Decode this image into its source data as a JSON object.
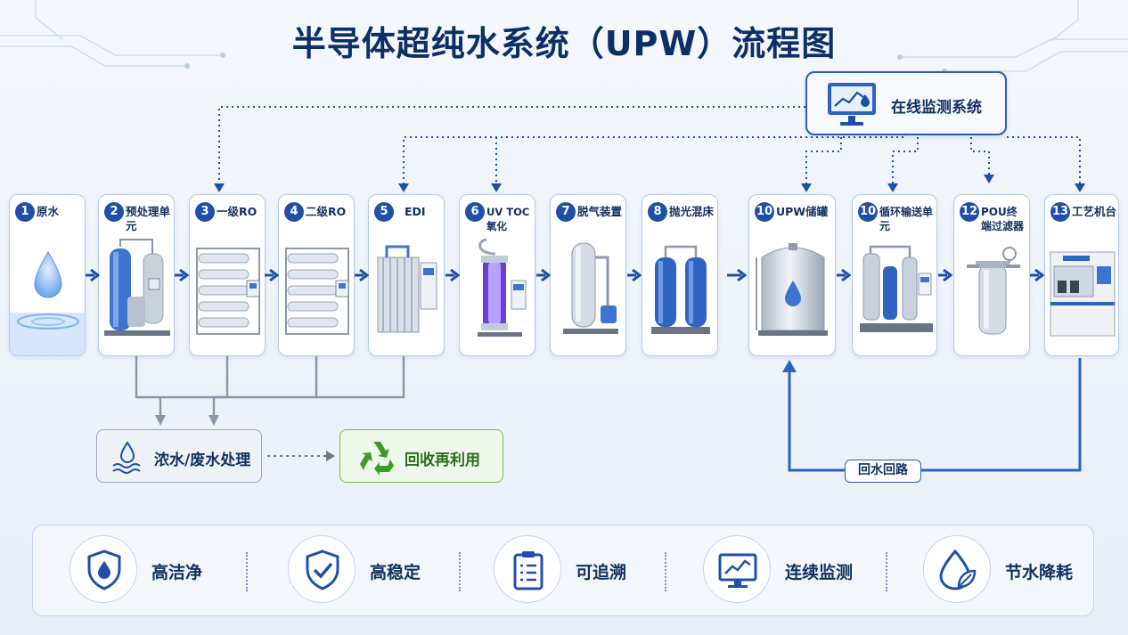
{
  "title": "半导体超纯水系统（UPW）流程图",
  "monitor": {
    "label": "在线监测系统",
    "icon": "monitor-chart-icon"
  },
  "stages": [
    {
      "num": "1",
      "label": "原水",
      "icon": "water-drop"
    },
    {
      "num": "2",
      "label": "预处理单元",
      "icon": "pretreatment-tanks"
    },
    {
      "num": "3",
      "label": "一级RO",
      "icon": "ro-rack"
    },
    {
      "num": "4",
      "label": "二级RO",
      "icon": "ro-rack"
    },
    {
      "num": "5",
      "label": "EDI",
      "icon": "edi-module"
    },
    {
      "num": "6",
      "label": "UV TOC氧化",
      "icon": "uv-reactor"
    },
    {
      "num": "7",
      "label": "脱气装置",
      "icon": "degasser"
    },
    {
      "num": "8",
      "label": "抛光混床",
      "icon": "polishing-beds"
    },
    {
      "num": "10",
      "label": "UPW储罐",
      "icon": "storage-tank"
    },
    {
      "num": "10",
      "label": "循环输送单元",
      "icon": "circulation-skid"
    },
    {
      "num": "12",
      "label": "POU终端过滤器",
      "icon": "pou-filter"
    },
    {
      "num": "13",
      "label": "工艺机台",
      "icon": "process-tool"
    }
  ],
  "waste": {
    "label": "浓水/废水处理",
    "icon": "wastewater-icon"
  },
  "recycle": {
    "label": "回收再利用",
    "icon": "recycle-icon"
  },
  "return_loop": {
    "label": "回水回路"
  },
  "features": [
    {
      "label": "高洁净",
      "icon": "shield-drop-icon"
    },
    {
      "label": "高稳定",
      "icon": "shield-check-icon"
    },
    {
      "label": "可追溯",
      "icon": "clipboard-icon"
    },
    {
      "label": "连续监测",
      "icon": "monitor-chart-icon"
    },
    {
      "label": "节水降耗",
      "icon": "leaf-drop-icon"
    }
  ],
  "colors": {
    "primary": "#1f4fa8",
    "accent": "#2a6fd6",
    "recycle": "#3f9a2a",
    "line_gray": "#8a96a8"
  }
}
